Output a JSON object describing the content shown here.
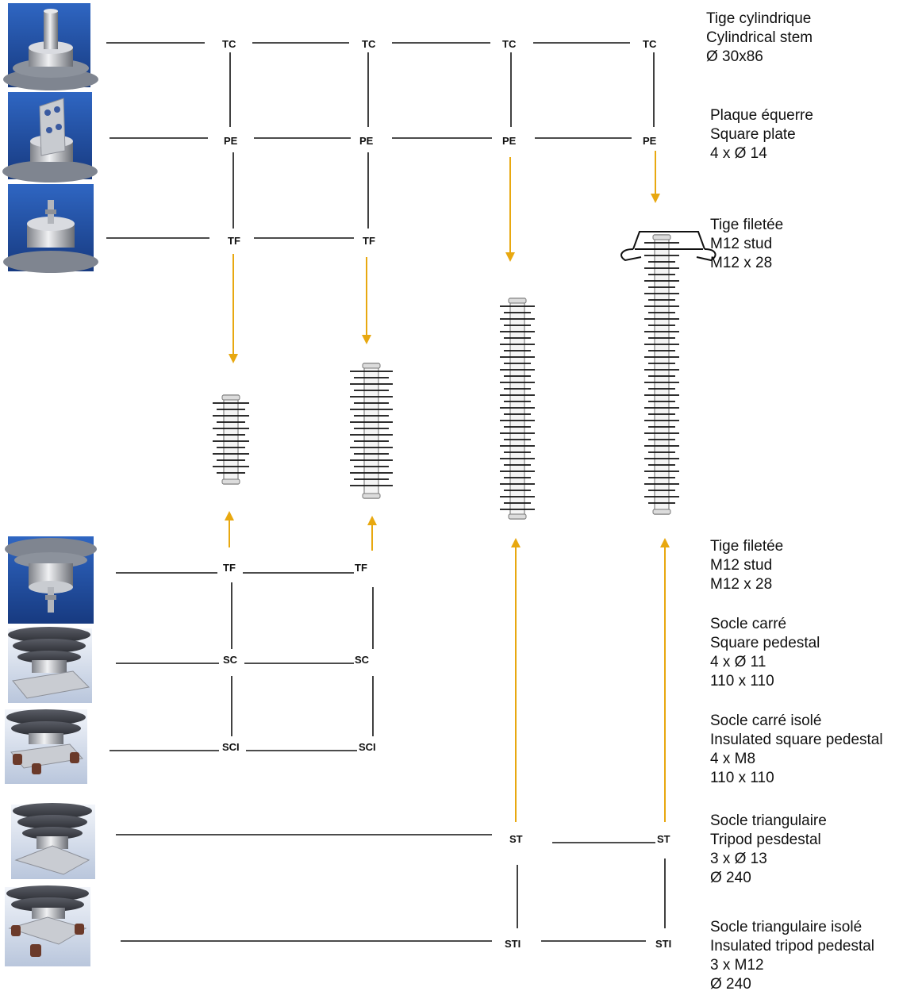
{
  "connectors": {
    "tc": "TC",
    "pe": "PE",
    "tf": "TF",
    "sc": "SC",
    "sci": "SCI",
    "st": "ST",
    "sti": "STI"
  },
  "specs": {
    "tige_cylindrique": [
      "Tige cylindrique",
      "Cylindrical stem",
      "Ø 30x86"
    ],
    "plaque_equerre": [
      "Plaque équerre",
      "Square plate",
      "4 x Ø 14"
    ],
    "tige_filetee_top": [
      "Tige filetée",
      "M12 stud",
      "M12 x 28"
    ],
    "tige_filetee_bottom": [
      "Tige filetée",
      "M12 stud",
      "M12 x 28"
    ],
    "socle_carre": [
      "Socle carré",
      "Square pedestal",
      "4 x Ø 11",
      "110 x 110"
    ],
    "socle_carre_isole": [
      "Socle carré isolé",
      "Insulated square pedestal",
      "4 x M8",
      "110 x 110"
    ],
    "socle_triangulaire": [
      "Socle triangulaire",
      "Tripod pesdestal",
      "3 x Ø 13",
      "Ø 240"
    ],
    "socle_triangulaire_isole": [
      "Socle triangulaire isolé",
      "Insulated tripod pedestal",
      "3 x M12",
      "Ø 240"
    ]
  },
  "colors": {
    "arrow": "#E8A810",
    "line": "#111111",
    "photo_background": "#1f4fa0",
    "insulator_body": "#9a9a9a",
    "insulator_shed": "#111111"
  },
  "photos": [
    "tc-photo",
    "pe-photo",
    "tf-top-photo",
    "tf-bottom-photo",
    "sc-photo",
    "sci-photo",
    "st-photo",
    "sti-photo"
  ]
}
